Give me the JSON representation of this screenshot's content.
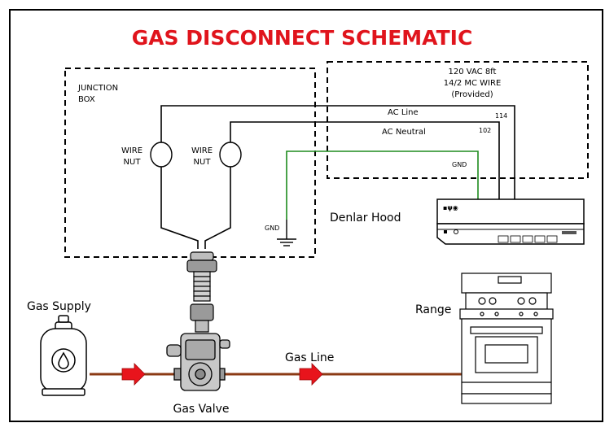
{
  "title": "GAS DISCONNECT SCHEMATIC",
  "colors": {
    "title": "#e0141c",
    "ground_wire": "#1e8c1e",
    "gas_line": "#8b3a14",
    "arrow": "#e8141c",
    "wire": "#000000"
  },
  "junction_box": {
    "label_line1": "JUNCTION",
    "label_line2": "BOX"
  },
  "wire_box": {
    "line1": "120 VAC 8ft",
    "line2": "14/2 MC WIRE",
    "line3": "(Provided)"
  },
  "wire_nut_left": {
    "line1": "WIRE",
    "line2": "NUT"
  },
  "wire_nut_right": {
    "line1": "WIRE",
    "line2": "NUT"
  },
  "wires": {
    "ac_line": "AC Line",
    "ac_line_num": "114",
    "ac_neutral": "AC Neutral",
    "ac_neutral_num": "102",
    "gnd_hood": "GND",
    "gnd_junction": "GND"
  },
  "hood": {
    "label": "Denlar Hood"
  },
  "range": {
    "label": "Range"
  },
  "gas_supply": {
    "label": "Gas Supply"
  },
  "gas_line": {
    "label": "Gas Line"
  },
  "gas_valve": {
    "label": "Gas Valve"
  },
  "icons": [
    "propane-tank-icon",
    "gas-valve-icon",
    "range-stove-icon",
    "hood-controller-icon",
    "ground-symbol-icon",
    "flow-arrow-icon"
  ]
}
